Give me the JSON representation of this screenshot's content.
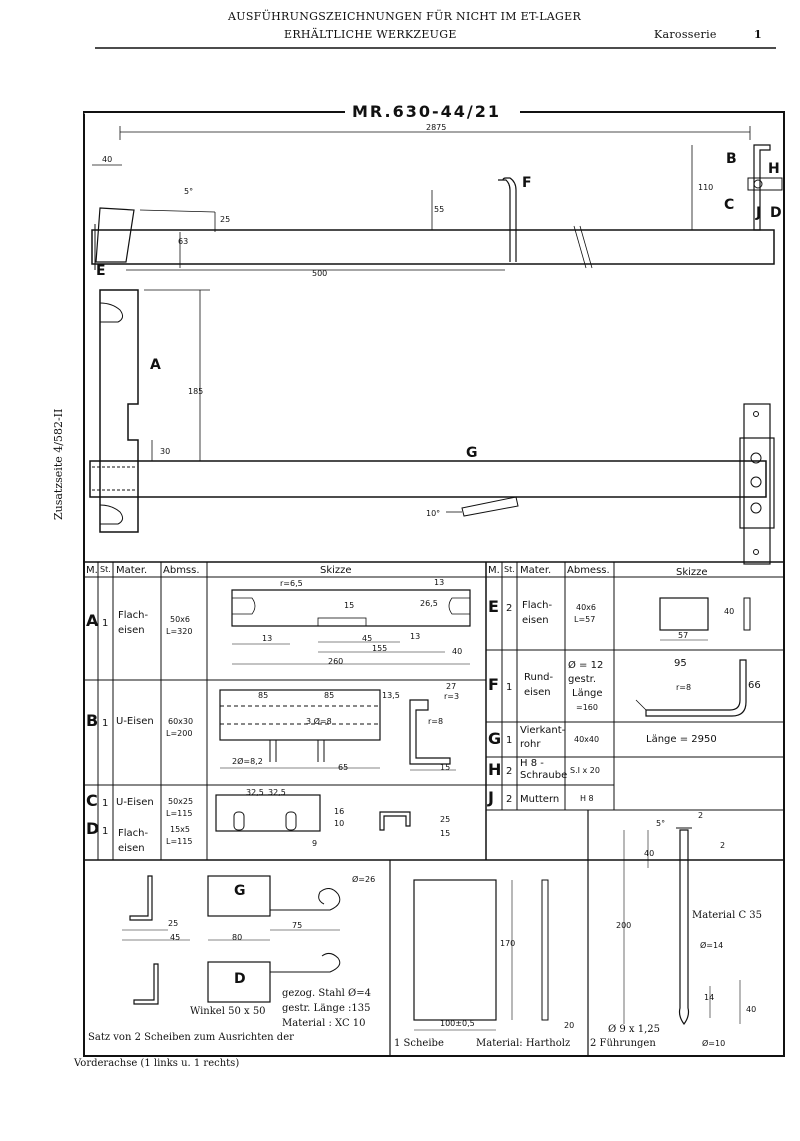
{
  "header": {
    "line1": "AUSFÜHRUNGSZEICHNUNGEN FÜR NICHT IM ET-LAGER",
    "line2": "ERHÄLTLICHE WERKZEUGE",
    "section": "Karosserie",
    "page": "1"
  },
  "side_note": "Zusatzseite 4/582-II",
  "drawing": {
    "title": "MR.630-44/21",
    "dims_top": {
      "d2875": "2875",
      "d40": "40",
      "d5deg": "5°",
      "d25": "25",
      "d63": "63",
      "d55": "55",
      "d110": "110",
      "d500": "500"
    },
    "labels_top": {
      "B": "B",
      "H": "H",
      "C": "C",
      "J": "J",
      "D": "D",
      "E": "E",
      "F": "F"
    },
    "dims_mid": {
      "d185": "185",
      "d30": "30",
      "d10deg": "10°"
    },
    "labels_mid": {
      "A": "A",
      "G": "G"
    }
  },
  "table_left": {
    "headers": [
      "M.",
      "St.",
      "Mater.",
      "Abmss.",
      "Skizze"
    ],
    "rows": [
      {
        "m": "A",
        "st": "1",
        "mater": "Flach-\neisen",
        "abm1": "50x6",
        "abm2": "L=320",
        "dims": [
          "r=6,5",
          "13",
          "15",
          "26,5",
          "13",
          "45",
          "13",
          "155",
          "40",
          "260"
        ]
      },
      {
        "m": "B",
        "st": "1",
        "mater": "U-Eisen",
        "abm1": "60x30",
        "abm2": "L=200",
        "dims": [
          "85",
          "85",
          "3 Ø=8",
          "13,5",
          "27",
          "r=3",
          "r=8",
          "2Ø=8,2",
          "65",
          "15"
        ]
      },
      {
        "m": "C",
        "st": "1",
        "mater": "U-Eisen",
        "abm1": "50x25",
        "abm2": "L=115"
      },
      {
        "m": "D",
        "st": "1",
        "mater": "Flach-\neisen",
        "abm1": "15x5",
        "abm2": "L=115",
        "dims": [
          "32,5",
          "32,5",
          "16",
          "10",
          "9",
          "25",
          "15"
        ]
      }
    ]
  },
  "table_right": {
    "headers": [
      "M.",
      "St.",
      "Mater.",
      "Abmess.",
      "Skizze"
    ],
    "rows": [
      {
        "m": "E",
        "st": "2",
        "mater": "Flach-\neisen",
        "abm1": "40x6",
        "abm2": "L=57",
        "dims": [
          "40",
          "57"
        ]
      },
      {
        "m": "F",
        "st": "1",
        "mater": "Rund-\neisen",
        "abm1": "Ø = 12",
        "abm2": "gestr.",
        "abm3": "Länge",
        "abm4": "=160",
        "dims": [
          "95",
          "r=8",
          "66"
        ]
      },
      {
        "m": "G",
        "st": "1",
        "mater": "Vierkant-\nrohr",
        "abm1": "40x40",
        "skizze": "Länge = 2950"
      },
      {
        "m": "H",
        "st": "2",
        "mater": "H 8 -\nSchraube",
        "abm1": "S.I x 20"
      },
      {
        "m": "J",
        "st": "2",
        "mater": "Muttern",
        "abm1": "H 8"
      }
    ]
  },
  "bottom": {
    "left": {
      "G": "G",
      "D": "D",
      "d25": "25",
      "d45": "45",
      "d80": "80",
      "d75": "75",
      "d26": "Ø=26",
      "winkel": "Winkel 50 x 50",
      "stahl": "gezog. Stahl Ø=4",
      "laenge": "gestr. Länge :135",
      "material": "Material : XC 10",
      "satz1": "Satz von 2 Scheiben zum Ausrichten der",
      "satz2": "Vorderachse (1 links u. 1 rechts)"
    },
    "mid": {
      "d170": "170",
      "d100": "100±0,5",
      "d20": "20",
      "scheibe": "1 Scheibe",
      "material": "Material: Hartholz"
    },
    "right": {
      "d5deg": "5°",
      "d2a": "2",
      "d2b": "2",
      "d40": "40",
      "d200": "200",
      "mat": "Material C 35",
      "d14": "Ø=14",
      "d14b": "14",
      "d40b": "40",
      "thread": "Ø 9 x 1,25",
      "d10": "Ø=10",
      "fuehrungen": "2 Führungen"
    }
  }
}
